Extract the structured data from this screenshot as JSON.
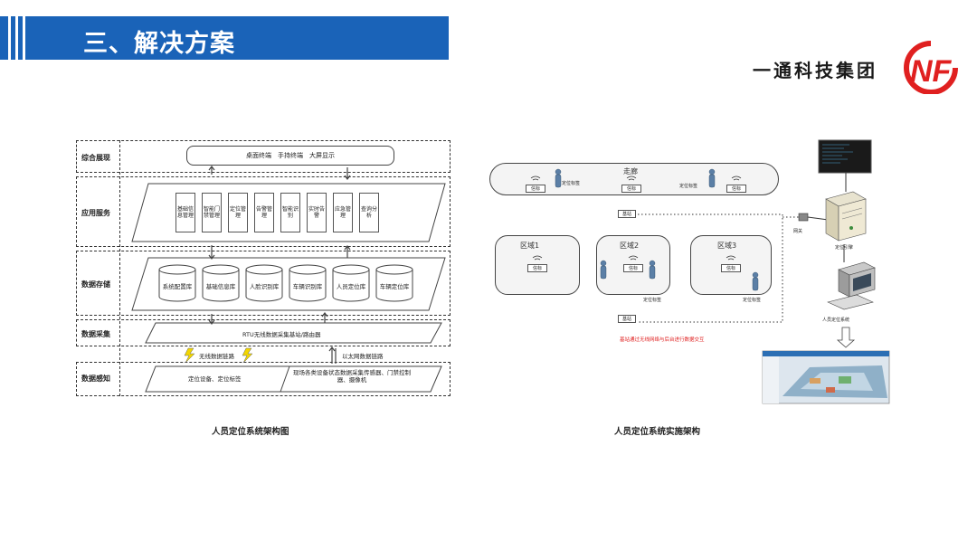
{
  "header": {
    "title": "三、解决方案",
    "company": "一通科技集团",
    "logo_text": "NF"
  },
  "arch": {
    "layers": [
      {
        "label": "综合展现"
      },
      {
        "label": "应用服务"
      },
      {
        "label": "数据存储"
      },
      {
        "label": "数据采集"
      },
      {
        "label": "数据感知"
      }
    ],
    "display_terminals": "桌面终端　手持终端　大屏显示",
    "app_modules": [
      "基础信息管理",
      "智能门禁管理",
      "定位管理",
      "告警管理",
      "智能识别",
      "实时告警",
      "应急管理",
      "查询分析"
    ],
    "databases": [
      "系统配置库",
      "基础信息库",
      "人脸识别库",
      "车辆识别库",
      "人员定位库",
      "车辆定位库"
    ],
    "gateway": "RTU无线数据采集基站/路由器",
    "wireless_link": "无线数据链路",
    "ethernet_link": "以太网数据链路",
    "sensing_left": "定位设备、定位标签",
    "sensing_right": "现场各类设备状态数据采集传感器、门禁控制器、摄像机",
    "caption": "人员定位系统架构图"
  },
  "impl": {
    "corridor": "走廊",
    "zones": [
      "区域1",
      "区域2",
      "区域3"
    ],
    "tag_label": "信标",
    "person_tag": "定位标签",
    "base_station": "基站",
    "gateway_label": "网关",
    "server_label": "定位引擎",
    "pc_label": "人员定位系统",
    "note": "基站通过无线网络与后台进行数据交互",
    "caption": "人员定位系统实施架构"
  },
  "colors": {
    "title_bar": "#1a63b8",
    "logo_red": "#e02020",
    "note_red": "#e02020"
  }
}
